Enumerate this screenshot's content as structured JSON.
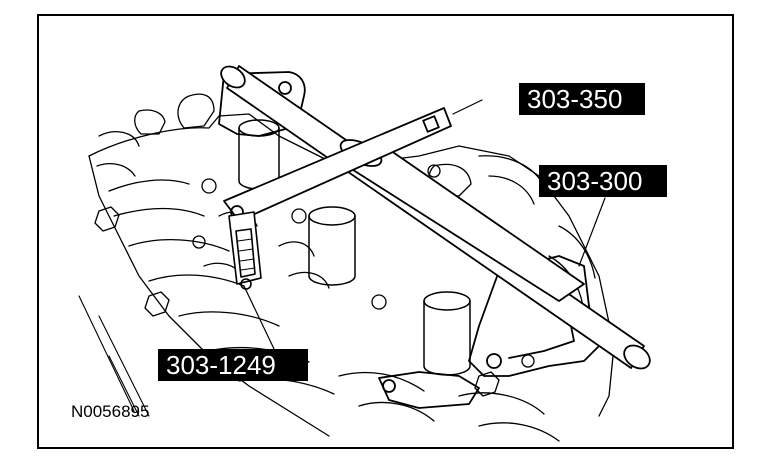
{
  "figure": {
    "callouts": {
      "tool_303_350": "303-350",
      "tool_303_300": "303-300",
      "tool_303_1249": "303-1249"
    },
    "figure_id": "N0056895"
  },
  "colors": {
    "line": "#000000",
    "label_bg": "#000000",
    "label_text": "#ffffff",
    "background": "#ffffff"
  }
}
